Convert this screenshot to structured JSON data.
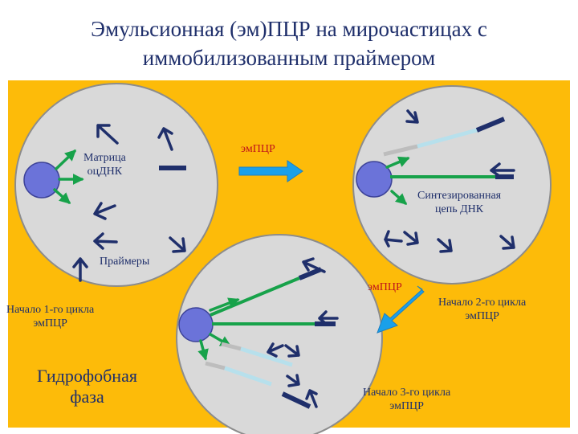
{
  "title": {
    "line1": "Эмульсионная (эм)ПЦР на мирочастицах с",
    "line2": "иммобилизованным праймером"
  },
  "labels": {
    "template_line1": "Матрица",
    "template_line2": "оцДНК",
    "primers": "Праймеры",
    "empcr_top": "эмПЦР",
    "synth_line1": "Синтезированная",
    "synth_line2": "цепь ДНК",
    "empcr_right": "эмПЦР",
    "cycle1_line1": "Начало 1-го цикла",
    "cycle1_line2": "эмПЦР",
    "cycle2_line1": "Начало 2-го цикла",
    "cycle2_line2": "эмПЦР",
    "cycle3_line1": "Начало 3-го цикла",
    "cycle3_line2": "эмПЦР",
    "hydrophobic_line1": "Гидрофобная",
    "hydrophobic_line2": "фаза"
  },
  "colors": {
    "background": "#fdbb09",
    "droplet": "#d9d9d9",
    "bead": "#6b73d9",
    "primer_green": "#17a24a",
    "dna_navy": "#1f2f6b",
    "strand_light": "#b7e0ec",
    "arrow_blue": "#1aa0ea",
    "label_red": "#c0141b"
  }
}
